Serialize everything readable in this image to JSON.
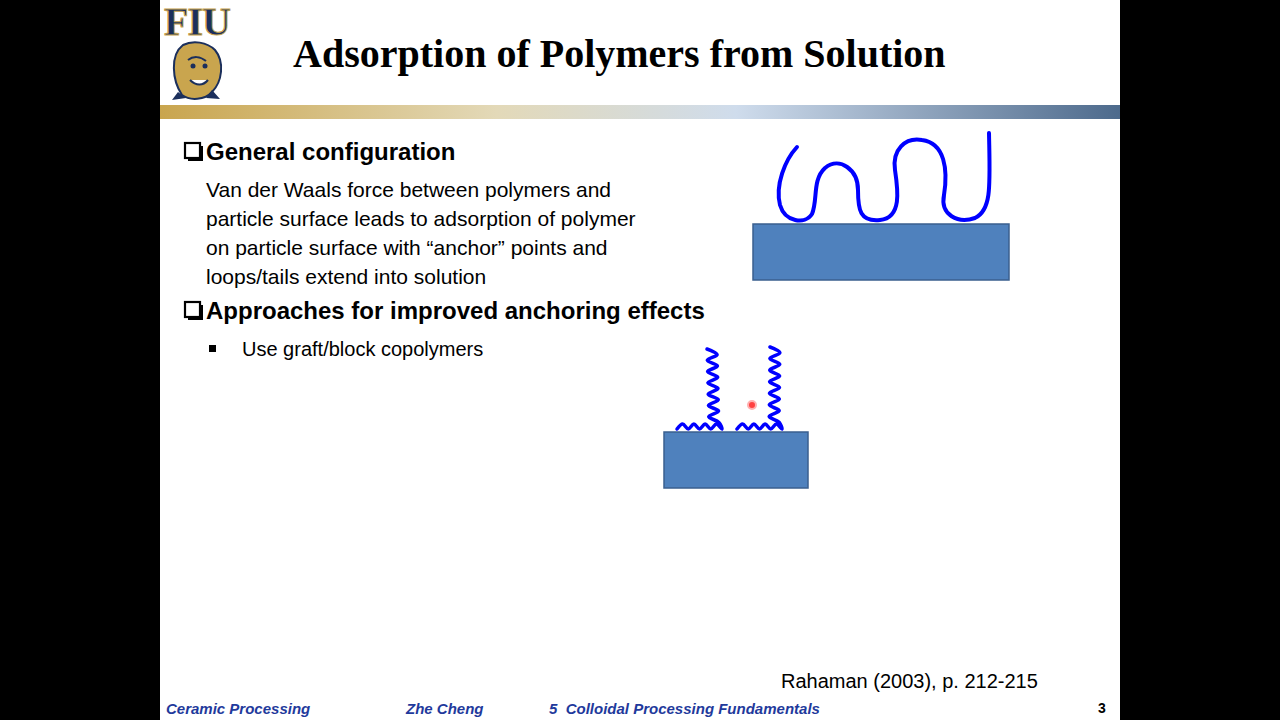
{
  "diagram": {
    "title": "Adsorption of Polymers from Solution",
    "labels": [
      "FIU",
      "General configuration",
      "Van der Waals force between polymers and particle surface leads to adsorption of polymer on particle surface with “anchor” points and loops/tails extend into solution",
      "Approaches for improved anchoring effects",
      "Use graft/block copolymers",
      "Rahaman (2003), p. 212-215",
      "Ceramic Processing",
      "Zhe Cheng",
      "5  Colloidal Processing Fundamentals",
      "3"
    ]
  }
}
